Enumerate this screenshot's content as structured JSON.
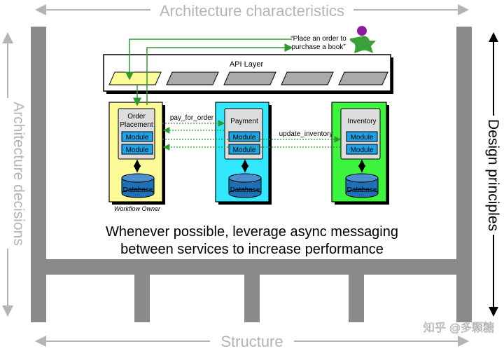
{
  "edges": {
    "top": "Architecture characteristics",
    "left": "Architecture decisions",
    "right": "Design principles",
    "bottom": "Structure"
  },
  "user": {
    "request_line1": "“Place an order to",
    "request_line2": "purchase a book”"
  },
  "api_layer": {
    "label": "API Layer"
  },
  "services": [
    {
      "name_line1": "Order",
      "name_line2": "Placement",
      "module1": "Module",
      "module2": "Module",
      "database": "Database",
      "color": "#fdfb98"
    },
    {
      "name_line1": "Payment",
      "name_line2": "",
      "module1": "Module",
      "module2": "Module",
      "database": "Database",
      "color": "#31e8ff"
    },
    {
      "name_line1": "Inventory",
      "name_line2": "",
      "module1": "Module",
      "module2": "Module",
      "database": "Database",
      "color": "#3cf53c"
    }
  ],
  "messages": {
    "payment": "pay_for_order",
    "inventory": "update_inventory"
  },
  "workflow_owner": "Workflow Owner",
  "principle": {
    "line1": "Whenever possible, leverage async messaging",
    "line2": "between services  to increase performance"
  },
  "watermark": "知乎 @多颗糖",
  "colors": {
    "structure": "#8a8a8a",
    "module": "#1fa2e6",
    "database": "#1f6fb5",
    "arrow": "#2e9a2e",
    "edge_text": "#b4b4b4"
  }
}
